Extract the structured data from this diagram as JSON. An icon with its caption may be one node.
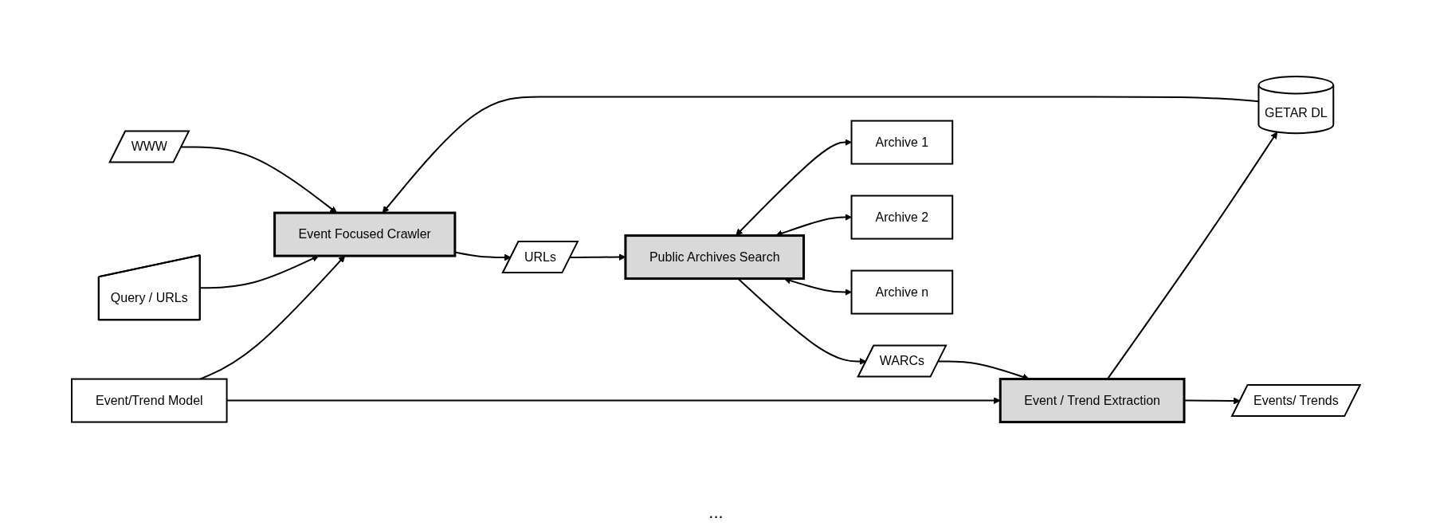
{
  "diagram": {
    "nodes": [
      {
        "text": [
          "Event/Trend Model"
        ]
      },
      {
        "text": [
          "GETAR DL"
        ]
      },
      {
        "text": [
          "Query / URLs"
        ]
      },
      {
        "text": [
          "Event Focused Crawler"
        ]
      },
      {
        "text": [
          "URLs"
        ]
      },
      {
        "text": [
          "Public Archives Search"
        ]
      },
      {
        "text": [
          "WARCs"
        ]
      },
      {
        "text": [
          "Event / Trend Extraction"
        ]
      },
      {
        "text": [
          "Events/ Trends"
        ]
      },
      {
        "text": [
          "WWW"
        ]
      },
      {
        "text": [
          "Archive 1"
        ]
      },
      {
        "text": [
          "Archive 2"
        ]
      },
      {
        "text": [
          "Archive n"
        ]
      }
    ],
    "edges": [
      {
        "from": 0,
        "to": 3,
        "arrow": "to"
      },
      {
        "from": 0,
        "to": 7,
        "arrow": "to"
      },
      {
        "from": 1,
        "to": 3,
        "arrow": "to"
      },
      {
        "from": 7,
        "to": 1,
        "arrow": "to"
      },
      {
        "from": 2,
        "to": 3,
        "arrow": "to"
      },
      {
        "from": 3,
        "to": 4,
        "arrow": "to"
      },
      {
        "from": 4,
        "to": 5,
        "arrow": "to"
      },
      {
        "from": 5,
        "to": 6,
        "arrow": "to"
      },
      {
        "from": 6,
        "to": 7,
        "arrow": "to"
      },
      {
        "from": 7,
        "to": 8,
        "arrow": "to"
      },
      {
        "from": 9,
        "to": 3,
        "arrow": "to"
      },
      {
        "from": 5,
        "to": 10,
        "arrow": "both"
      },
      {
        "from": 5,
        "to": 11,
        "arrow": "both"
      },
      {
        "from": 5,
        "to": 12,
        "arrow": "both"
      }
    ],
    "labels": [
      "..."
    ]
  }
}
